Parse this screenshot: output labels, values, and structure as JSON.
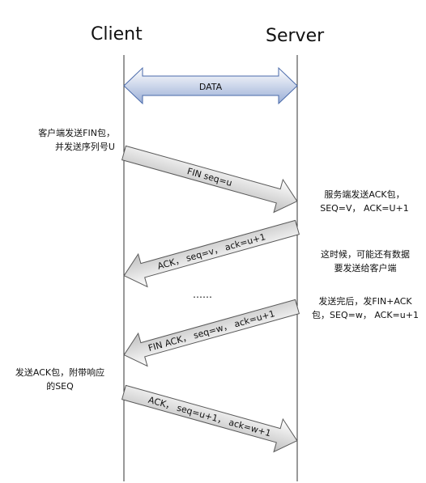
{
  "headers": {
    "client": "Client",
    "server": "Server"
  },
  "data_arrow": {
    "label": "DATA"
  },
  "messages": [
    {
      "label": "FIN seq=u",
      "direction": "client-to-server"
    },
    {
      "label": "ACK，  seq=v，  ack=u+1",
      "direction": "server-to-client"
    },
    {
      "label": "FIN ACK，  seq=w，  ack=u+1",
      "direction": "server-to-client"
    },
    {
      "label": "ACK，  seq=u+1，  ack=w+1",
      "direction": "client-to-server"
    }
  ],
  "ellipsis": "……",
  "notes": {
    "client_fin_1": "客户端发送FIN包，",
    "client_fin_2": "并发送序列号U",
    "server_ack_1": "服务端发送ACK包，",
    "server_ack_2": "SEQ=V，  ACK=U+1",
    "server_more_1": "这时候，可能还有数据",
    "server_more_2": "要发送给客户端",
    "server_fin_1": "发送完后，发FIN+ACK",
    "server_fin_2": "包，SEQ=w，  ACK=u+1",
    "client_ack_1": "发送ACK包，附带响应",
    "client_ack_2": "的SEQ"
  },
  "colors": {
    "arrow_fill_light": "#ffffff",
    "arrow_fill_dark": "#bfbfbf",
    "arrow_stroke": "#595959",
    "data_fill_light": "#ffffff",
    "data_fill_dark": "#9aaed6",
    "data_stroke": "#4a6aaa",
    "lifeline": "#333333"
  }
}
